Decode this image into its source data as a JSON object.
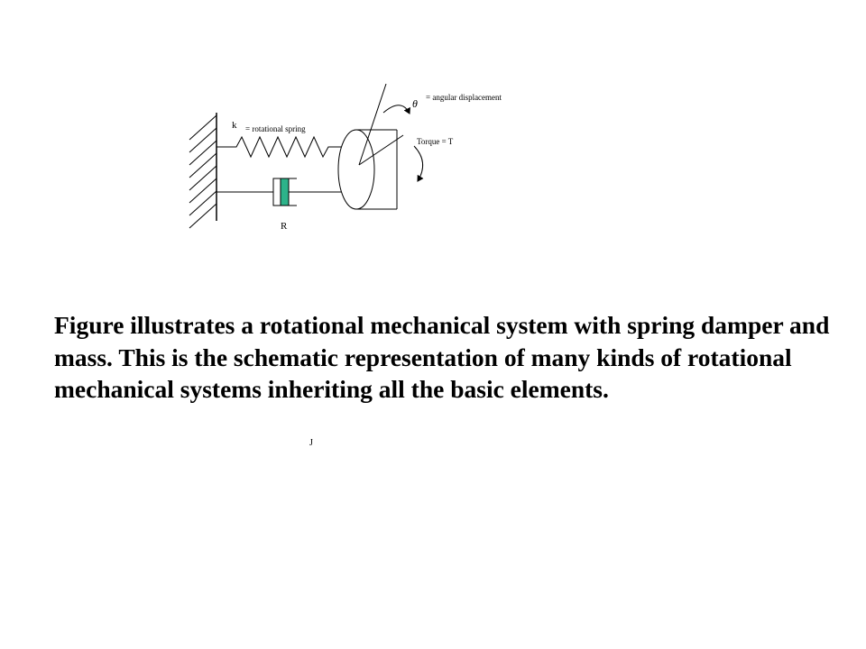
{
  "diagram": {
    "spring_symbol": "k",
    "spring_label": "= rotational spring",
    "damper_symbol": "R",
    "theta_symbol": "θ",
    "theta_label": "= angular displacement",
    "torque_label": "Torque = T",
    "inertia_symbol": "J",
    "damper_color": "#2db38a"
  },
  "caption": {
    "text": "Figure illustrates a rotational mechanical system with spring damper and mass. This is the schematic representation of many kinds of rotational mechanical systems inheriting all the basic elements."
  }
}
